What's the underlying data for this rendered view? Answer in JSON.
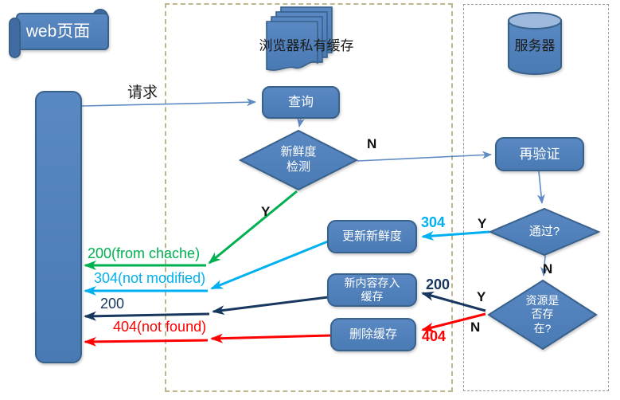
{
  "lanes": {
    "web_page_banner": "web页面",
    "browser_cache_title": "浏览器私有缓存",
    "server_title": "服务器"
  },
  "nodes": {
    "query": "查询",
    "freshness_check_line1": "新鲜度",
    "freshness_check_line2": "检测",
    "revalidate": "再验证",
    "pass_check": "通过?",
    "resource_exists_line1": "资源是",
    "resource_exists_line2": "否存",
    "resource_exists_line3": "在?",
    "update_freshness": "更新新鲜度",
    "store_new_content_line1": "新内容存入",
    "store_new_content_line2": "缓存",
    "delete_cache": "删除缓存"
  },
  "edge_labels": {
    "request": "请求",
    "no_to_revalidate": "N",
    "yes_fresh": "Y",
    "yes_pass": "Y",
    "no_pass": "N",
    "yes_exists": "Y",
    "no_exists": "N",
    "code_304": "304",
    "code_200": "200",
    "code_404": "404",
    "resp_200_from_cache": "200(from chache)",
    "resp_304_not_modified": "304(not modified)",
    "resp_200": "200",
    "resp_404_not_found": "404(not found)"
  },
  "colors": {
    "shape_fill": "#4F81BD",
    "shape_border": "#38618C",
    "connector": "#5F8BC4",
    "green": "#00B050",
    "cyan": "#00B0F0",
    "navy": "#17375E",
    "red": "#FE0000",
    "cache_region_border": "#BEB78E",
    "server_region_border": "#9B9B9B"
  }
}
